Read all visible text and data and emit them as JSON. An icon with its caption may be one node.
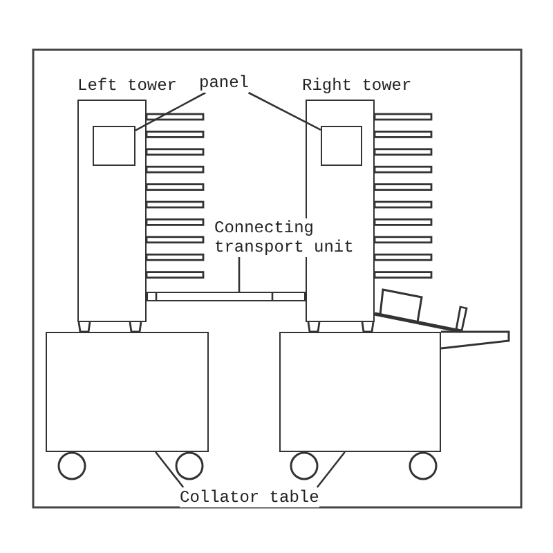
{
  "diagram": {
    "nodes": [
      {
        "text": [
          "Left tower"
        ]
      },
      {
        "text": [],
        "shape": "box",
        "in": 0
      },
      {
        "text": [
          "panel"
        ]
      },
      {
        "text": [
          "Right tower"
        ]
      },
      {
        "text": [],
        "shape": "box",
        "in": 3
      },
      {
        "text": [
          "Connecting transport unit"
        ]
      },
      {
        "text": [],
        "shape": "box"
      },
      {
        "text": [],
        "shape": "box"
      },
      {
        "text": [],
        "shape": "box"
      },
      {
        "text": [
          "Collator table"
        ]
      }
    ],
    "edges": [
      {
        "from": 2,
        "to": 1,
        "arrow": "none"
      },
      {
        "from": 2,
        "to": 4,
        "arrow": "none"
      },
      {
        "from": 5,
        "to": 6,
        "arrow": "none"
      },
      {
        "from": 9,
        "to": 7,
        "arrow": "none"
      },
      {
        "from": 9,
        "to": 8,
        "arrow": "none"
      }
    ]
  }
}
